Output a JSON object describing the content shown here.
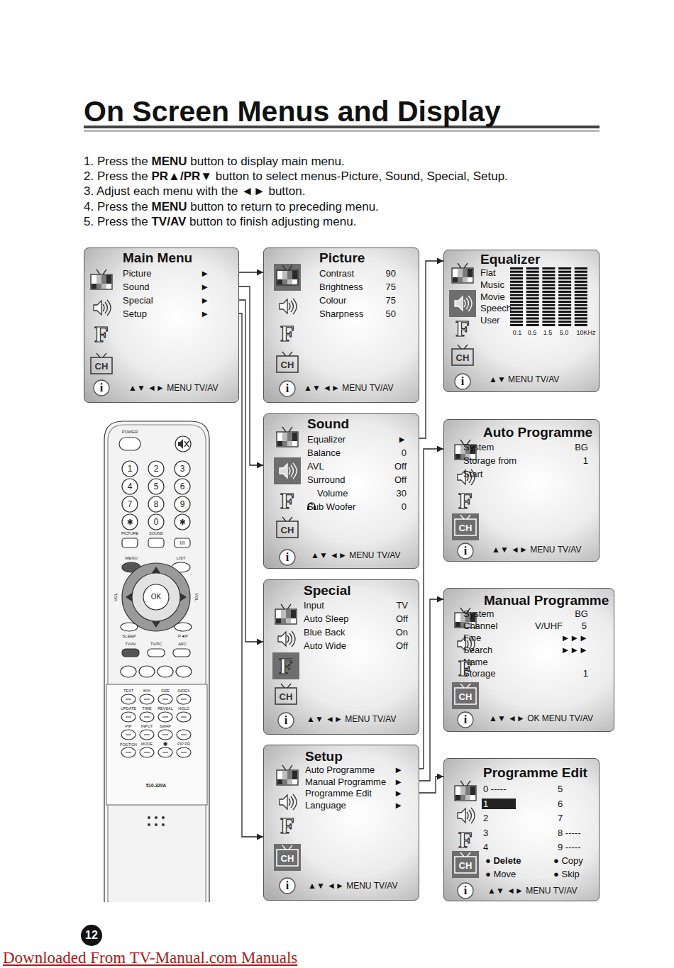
{
  "diagram": {
    "title": "On Screen Menus and Display",
    "nodes": [
      {
        "text": [
          "Main Menu",
          "Picture",
          "►",
          "Sound",
          "►",
          "Special",
          "►",
          "Setup",
          "►",
          "▲▼ ◄► MENU TV/AV",
          "F",
          "CH",
          "i"
        ]
      },
      {
        "text": [
          "Picture",
          "Contrast",
          "90",
          "Brightness",
          "75",
          "Colour",
          "75",
          "Sharpness",
          "50",
          "▲▼ ◄► MENU TV/AV",
          "F",
          "CH",
          "i"
        ]
      },
      {
        "text": [
          "Sound",
          "Equalizer",
          "►",
          "Balance",
          "0",
          "AVL",
          "Off",
          "Surround",
          "Off",
          "Volume",
          "30",
          "Sub Woofer",
          "0",
          "▲▼ ◄► MENU TV/AV",
          "F",
          "CH",
          "i"
        ]
      },
      {
        "text": [
          "Special",
          "Input",
          "TV",
          "Auto Sleep",
          "Off",
          "Blue Back",
          "On",
          "Auto Wide",
          "Off",
          "▲▼ ◄► MENU TV/AV",
          "F",
          "CH",
          "i"
        ]
      },
      {
        "text": [
          "Setup",
          "Auto Programme",
          "►",
          "Manual Programme",
          "►",
          "Programme Edit",
          "►",
          "Language",
          "►",
          "▲▼ ◄► MENU TV/AV",
          "F",
          "CH",
          "i"
        ]
      },
      {
        "text": [
          "Equalizer",
          "Flat",
          "Music",
          "Movie",
          "Speech",
          "User",
          "0.1",
          "0.5",
          "1.5",
          "5.0",
          "10KHz",
          "▲▼ MENU TV/AV",
          "F",
          "CH",
          "i"
        ]
      },
      {
        "text": [
          "Auto Programme",
          "System",
          "BG",
          "Storage from",
          "1",
          "Start",
          "▲▼ ◄► MENU TV/AV",
          "F",
          "CH",
          "i"
        ]
      },
      {
        "text": [
          "Manual Programme",
          "System",
          "BG",
          "Channel",
          "V/UHF",
          "5",
          "Fine",
          "►►►",
          "Search",
          "►►►",
          "Name",
          "Storage",
          "1",
          "▲▼ ◄► OK MENU TV/AV",
          "F",
          "CH",
          "i"
        ]
      },
      {
        "text": [
          "Programme Edit",
          "0 -----",
          "5",
          "1",
          "6",
          "2",
          "7",
          "3",
          "8 -----",
          "4",
          "9 -----",
          "● Delete",
          "● Copy",
          "● Move",
          "● Skip",
          "▲▼ ◄► MENU TV/AV",
          "F",
          "CH",
          "i"
        ]
      }
    ],
    "edges": [
      {
        "from": 0,
        "to": 1,
        "arrow": "to"
      },
      {
        "from": 0,
        "to": 2,
        "arrow": "to"
      },
      {
        "from": 0,
        "to": 3,
        "arrow": "to"
      },
      {
        "from": 0,
        "to": 4,
        "arrow": "to"
      },
      {
        "from": 2,
        "to": 5,
        "arrow": "to"
      },
      {
        "from": 4,
        "to": 6,
        "arrow": "to"
      },
      {
        "from": 4,
        "to": 7,
        "arrow": "to"
      },
      {
        "from": 4,
        "to": 8,
        "arrow": "to"
      }
    ],
    "labels": [
      "1. Press the",
      "MENU",
      "button to display main menu.",
      "2. Press the",
      "PR▲/PR▼",
      "button to select menus-Picture, Sound, Special, Setup.",
      "3. Adjust each menu with the ◄► button.",
      "4. Press the",
      "MENU",
      "button to return to preceding menu.",
      "5. Press the",
      "TV/AV",
      "button to finish adjusting menu.",
      "POWER",
      "1",
      "2",
      "3",
      "4",
      "5",
      "6",
      "7",
      "8",
      "9",
      "✱",
      "0",
      "✱",
      "PICTURE",
      "SOUND",
      "I/II",
      "MENU",
      "LIST",
      "VOL",
      "OK",
      "VOL",
      "SLEEP",
      "P◄P",
      "TV/AV",
      "TV/PC",
      "ARC",
      "TEXT",
      "MIX",
      "SIZE",
      "INDEX",
      "UPDATE",
      "TIME",
      "REVEAL",
      "HOLD",
      "PIP",
      "INPUT",
      "SWAP",
      "POSITION",
      "MODE",
      "✱",
      "PIP PR",
      "510-320A",
      "12",
      "Downloaded From TV-Manual.com Manuals"
    ]
  }
}
